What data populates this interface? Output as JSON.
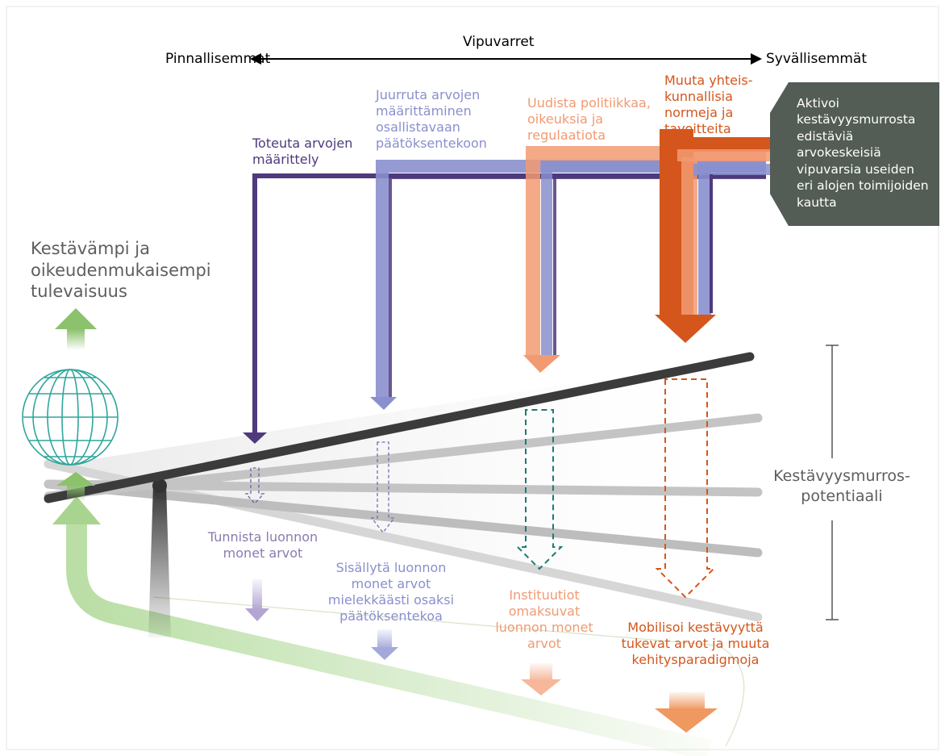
{
  "scale": {
    "title": "Vipuvarret",
    "left": "Pinnallisemmat",
    "right": "Syvällisemmät"
  },
  "levers": [
    {
      "label": "Toteuta arvojen määrittely",
      "color": "#4e3a7c"
    },
    {
      "label": "Juurruta arvojen määrittäminen osallistavaan päätöksentekoon",
      "color": "#8a8fcd"
    },
    {
      "label": "Uudista politiikkaa, oikeuksia ja regulaatiota",
      "color": "#f29a72"
    },
    {
      "label": "Muuta yhteis-kunnallisia normeja ja tavoitteita",
      "color": "#d4561c"
    }
  ],
  "callout": {
    "text": "Aktivoi kestävyysmurrosta edistäviä arvokeskeisiä vipuvarsia useiden eri alojen toimijoiden kautta",
    "color": "#535c55"
  },
  "future": "Kestävämpi ja oikeudenmukaisempi tulevaisuus",
  "potential": "Kestävyysmurros-potentiaali",
  "outcomes": [
    {
      "label": "Tunnista luonnon monet arvot",
      "color": "#8c7bb0"
    },
    {
      "label": "Sisällytä luonnon monet arvot mielekkäästi osaksi päätöksentekoa",
      "color": "#8a8fcd"
    },
    {
      "label": "Instituutiot omaksuvat luonnon monet arvot",
      "color": "#f29a72"
    },
    {
      "label": "Mobilisoi kestävyyttä tukevat arvot ja muuta kehitysparadigmoja",
      "color": "#d4561c"
    }
  ],
  "icons": {
    "globe": "globe-icon",
    "fulcrum": "fulcrum-icon"
  }
}
